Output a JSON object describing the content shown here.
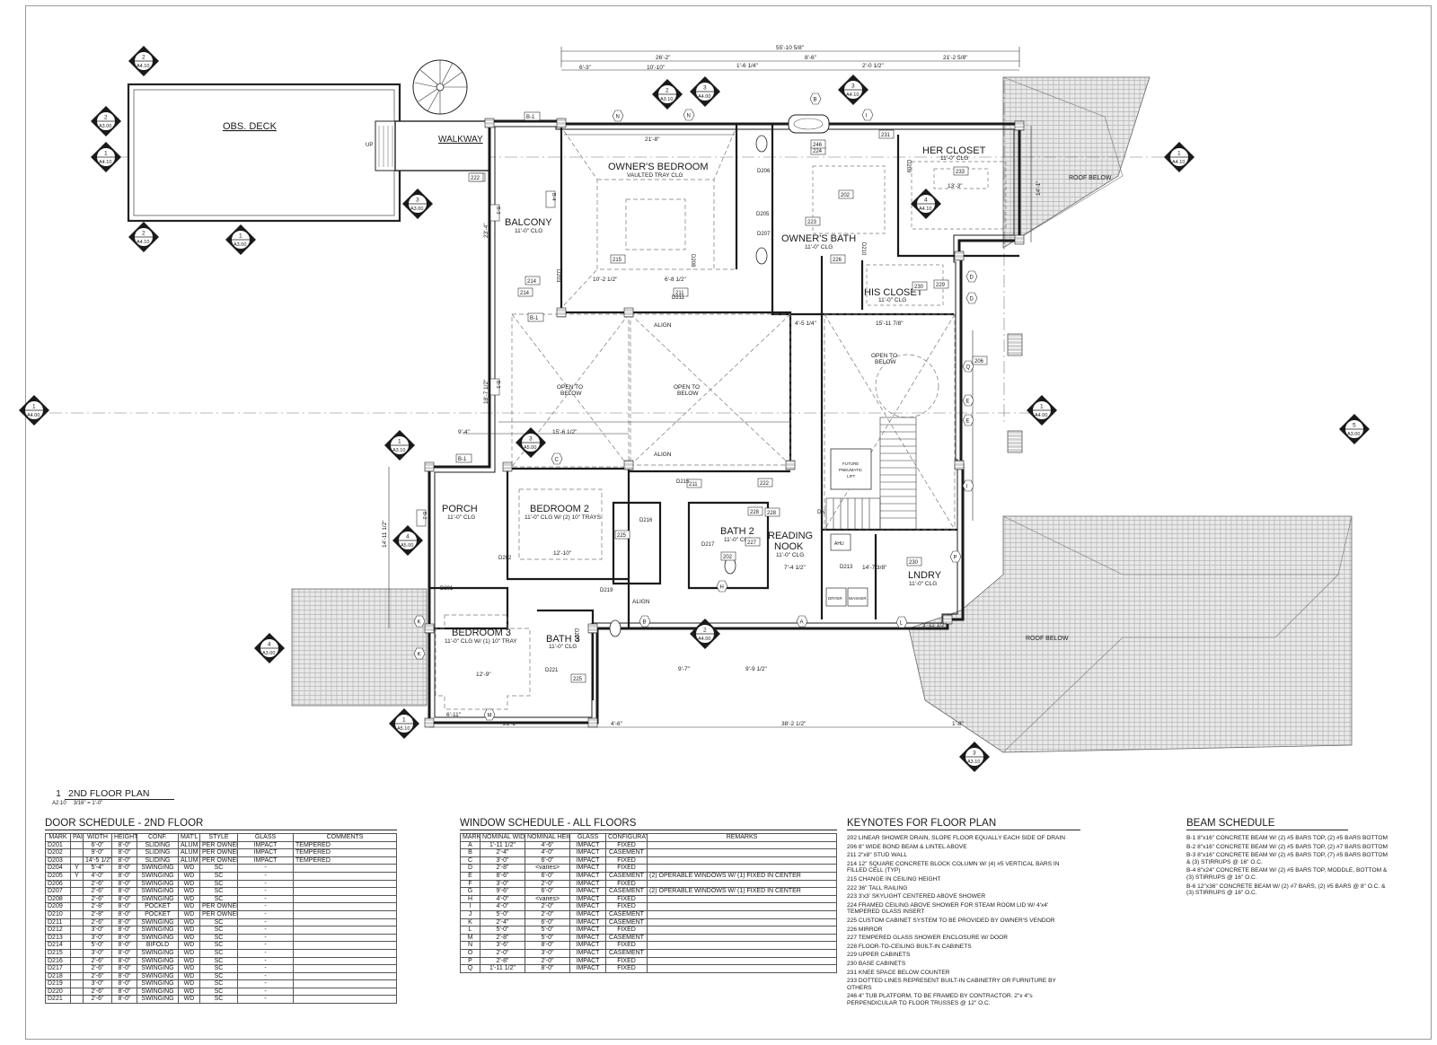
{
  "plan_title": {
    "number": "1",
    "name": "2ND FLOOR PLAN",
    "sheet_ref": "A2.10",
    "scale": "3/16\" = 1'-0\""
  },
  "rooms": {
    "obs_deck": {
      "name": "OBS. DECK"
    },
    "walkway": {
      "name": "WALKWAY"
    },
    "balcony": {
      "name": "BALCONY",
      "ceiling": "11'-0\" CLG"
    },
    "owners_bedroom": {
      "name": "OWNER'S BEDROOM",
      "ceiling": "VAULTED TRAY CLG"
    },
    "owners_bath": {
      "name": "OWNER'S BATH",
      "ceiling": "11'-0\" CLG"
    },
    "her_closet": {
      "name": "HER CLOSET",
      "ceiling": "11'-0\" CLG"
    },
    "his_closet": {
      "name": "HIS CLOSET",
      "ceiling": "11'-0\" CLG"
    },
    "porch": {
      "name": "PORCH",
      "ceiling": "11'-0\" CLG"
    },
    "bedroom2": {
      "name": "BEDROOM 2",
      "ceiling": "11'-0\" CLG W/ (2) 10\" TRAYS"
    },
    "bath2": {
      "name": "BATH 2",
      "ceiling": "11'-0\" CLG"
    },
    "reading_nook": {
      "name1": "READING",
      "name2": "NOOK",
      "ceiling": "11'-0\" CLG"
    },
    "lndry": {
      "name": "LNDRY",
      "ceiling": "11'-0\" CLG"
    },
    "bedroom3": {
      "name": "BEDROOM 3",
      "ceiling": "11'-0\" CLG W/ (1) 10\" TRAY"
    },
    "bath3": {
      "name": "BATH 3",
      "ceiling": "11'-0\" CLG"
    }
  },
  "plan_notes": {
    "roof_below": "ROOF BELOW",
    "open1": "OPEN TO",
    "open2": "BELOW",
    "align": "ALIGN",
    "up": "UP",
    "dn": "DN",
    "future1": "FUTURE",
    "future2": "PNEUMATIC",
    "future3": "LIFT",
    "dryer": "DRYER",
    "washer": "WASHER",
    "ahu": "AHU"
  },
  "dimensions": {
    "overall": "55'-10 5/8\"",
    "d1": "26'-2\"",
    "d2": "8'-6\"",
    "d3": "21'-2 5/8\"",
    "d4": "6'-3\"",
    "d5": "10'-10\"",
    "d6": "1'-6 1/4\"",
    "d7": "2'-0 1/2\"",
    "d8": "21'-8\"",
    "d9": "10'-2 1/2\"",
    "d10": "6'-8 1/2\"",
    "d11": "15'-11 7/8\"",
    "d12": "4'-5 1/4\"",
    "d13": "9'-4\"",
    "d14": "15'-6 1/2\"",
    "d15": "14'-11 1/2\"",
    "d16": "21'-2\"",
    "d17": "4'-6\"",
    "d18": "38'-2 1/2\"",
    "d19": "1'-8\"",
    "d20": "14'-1\"",
    "d21": "6'-11\"",
    "d22": "9'-7\"",
    "d23": "9'-9 1/2\"",
    "d24": "7'-4 1/2\"",
    "d25": "14'-7 3/8\"",
    "d26": "3'-11 1/2\"",
    "d27": "12'-9\"",
    "d28": "12'-10\"",
    "d29": "13'-3\"",
    "d30": "23'-4\"",
    "d31": "18'-7 1/2\""
  },
  "tags": [
    "202",
    "206",
    "211",
    "214",
    "215",
    "222",
    "223",
    "224",
    "225",
    "226",
    "227",
    "228",
    "229",
    "230",
    "231",
    "233",
    "246"
  ],
  "door_tags": [
    "D201",
    "D202",
    "D203",
    "D205",
    "D206",
    "D207",
    "D208",
    "D209",
    "D210",
    "D211",
    "D213",
    "D215",
    "D216",
    "D217",
    "D219",
    "D220",
    "D221"
  ],
  "window_tags": [
    "A",
    "B",
    "C",
    "D",
    "E",
    "H",
    "I",
    "J",
    "K",
    "L",
    "M",
    "N",
    "P",
    "Q"
  ],
  "beam_tags": [
    "B-1",
    "B-2",
    "B-3",
    "B-4"
  ],
  "section_markers": [
    {
      "num": "2",
      "sheet": "A4.10"
    },
    {
      "num": "2",
      "sheet": "A3.00"
    },
    {
      "num": "1",
      "sheet": "A4.10"
    },
    {
      "num": "3",
      "sheet": "A3.00"
    },
    {
      "num": "2",
      "sheet": "A4.10"
    },
    {
      "num": "1",
      "sheet": "A3.00"
    },
    {
      "num": "2",
      "sheet": "A3.10"
    },
    {
      "num": "3",
      "sheet": "A4.00"
    },
    {
      "num": "3",
      "sheet": "A4.10"
    },
    {
      "num": "1",
      "sheet": "A4.10"
    },
    {
      "num": "4",
      "sheet": "A4.10"
    },
    {
      "num": "1",
      "sheet": "A4.00"
    },
    {
      "num": "1",
      "sheet": "A4.00"
    },
    {
      "num": "5",
      "sheet": "A3.00"
    },
    {
      "num": "1",
      "sheet": "A3.10"
    },
    {
      "num": "3",
      "sheet": "A5.00"
    },
    {
      "num": "4",
      "sheet": "A5.00"
    },
    {
      "num": "4",
      "sheet": "A3.00"
    },
    {
      "num": "2",
      "sheet": "A4.00"
    },
    {
      "num": "1",
      "sheet": "A5.10"
    },
    {
      "num": "3",
      "sheet": "A3.10"
    }
  ],
  "door_schedule": {
    "title": "DOOR SCHEDULE - 2ND FLOOR",
    "headers": [
      "MARK",
      "PAIR",
      "WIDTH",
      "HEIGHT",
      "CONF.",
      "MAT'L",
      "STYLE",
      "GLASS",
      "COMMENTS"
    ],
    "rows": [
      [
        "D201",
        "",
        "6'-0\"",
        "8'-0\"",
        "SLIDING",
        "ALUM",
        "PER OWNER",
        "IMPACT",
        "TEMPERED"
      ],
      [
        "D202",
        "",
        "9'-0\"",
        "8'-0\"",
        "SLIDING",
        "ALUM",
        "PER OWNER",
        "IMPACT",
        "TEMPERED"
      ],
      [
        "D203",
        "",
        "14'-5 1/2\"",
        "8'-0\"",
        "SLIDING",
        "ALUM",
        "PER OWNER",
        "IMPACT",
        "TEMPERED"
      ],
      [
        "D204",
        "Y",
        "5'-4\"",
        "8'-0\"",
        "SWINGING",
        "WD",
        "SC",
        "-",
        ""
      ],
      [
        "D205",
        "Y",
        "4'-0\"",
        "8'-0\"",
        "SWINGING",
        "WD",
        "SC",
        "-",
        ""
      ],
      [
        "D206",
        "",
        "2'-6\"",
        "8'-0\"",
        "SWINGING",
        "WD",
        "SC",
        "-",
        ""
      ],
      [
        "D207",
        "",
        "2'-6\"",
        "8'-0\"",
        "SWINGING",
        "WD",
        "SC",
        "-",
        ""
      ],
      [
        "D208",
        "",
        "2'-6\"",
        "8'-0\"",
        "SWINGING",
        "WD",
        "SC",
        "-",
        ""
      ],
      [
        "D209",
        "",
        "2'-8\"",
        "8'-0\"",
        "POCKET",
        "WD",
        "PER OWNER",
        "-",
        ""
      ],
      [
        "D210",
        "",
        "2'-8\"",
        "8'-0\"",
        "POCKET",
        "WD",
        "PER OWNER",
        "-",
        ""
      ],
      [
        "D211",
        "",
        "2'-6\"",
        "8'-0\"",
        "SWINGING",
        "WD",
        "SC",
        "-",
        ""
      ],
      [
        "D212",
        "",
        "3'-0\"",
        "8'-0\"",
        "SWINGING",
        "WD",
        "SC",
        "-",
        ""
      ],
      [
        "D213",
        "",
        "3'-0\"",
        "8'-0\"",
        "SWINGING",
        "WD",
        "SC",
        "-",
        ""
      ],
      [
        "D214",
        "",
        "5'-0\"",
        "8'-0\"",
        "BIFOLD",
        "WD",
        "SC",
        "-",
        ""
      ],
      [
        "D215",
        "",
        "3'-0\"",
        "8'-0\"",
        "SWINGING",
        "WD",
        "SC",
        "-",
        ""
      ],
      [
        "D216",
        "",
        "2'-6\"",
        "8'-0\"",
        "SWINGING",
        "WD",
        "SC",
        "-",
        ""
      ],
      [
        "D217",
        "",
        "2'-6\"",
        "8'-0\"",
        "SWINGING",
        "WD",
        "SC",
        "-",
        ""
      ],
      [
        "D218",
        "",
        "2'-6\"",
        "8'-0\"",
        "SWINGING",
        "WD",
        "SC",
        "-",
        ""
      ],
      [
        "D219",
        "",
        "3'-0\"",
        "8'-0\"",
        "SWINGING",
        "WD",
        "SC",
        "-",
        ""
      ],
      [
        "D220",
        "",
        "2'-6\"",
        "8'-0\"",
        "SWINGING",
        "WD",
        "SC",
        "-",
        ""
      ],
      [
        "D221",
        "",
        "2'-6\"",
        "8'-0\"",
        "SWINGING",
        "WD",
        "SC",
        "-",
        ""
      ]
    ]
  },
  "window_schedule": {
    "title": "WINDOW SCHEDULE - ALL FLOORS",
    "headers": [
      "MARK",
      "NOMINAL WIDTH",
      "NOMINAL HEIGHT",
      "GLASS",
      "CONFIGURATI ON",
      "REMARKS"
    ],
    "rows": [
      [
        "A",
        "1'-11 1/2\"",
        "4'-6\"",
        "IMPACT",
        "FIXED",
        ""
      ],
      [
        "B",
        "2'-4\"",
        "4'-0\"",
        "IMPACT",
        "CASEMENT",
        ""
      ],
      [
        "C",
        "3'-0\"",
        "6'-0\"",
        "IMPACT",
        "FIXED",
        ""
      ],
      [
        "D",
        "2'-8\"",
        "<varies>",
        "IMPACT",
        "FIXED",
        ""
      ],
      [
        "E",
        "8'-6\"",
        "6'-0\"",
        "IMPACT",
        "CASEMENT",
        "(2) OPERABLE WINDOWS W/ (1) FIXED IN CENTER"
      ],
      [
        "F",
        "3'-0\"",
        "2'-0\"",
        "IMPACT",
        "FIXED",
        ""
      ],
      [
        "G",
        "9'-6\"",
        "6'-0\"",
        "IMPACT",
        "CASEMENT",
        "(2) OPERABLE WINDOWS W/ (1) FIXED IN CENTER"
      ],
      [
        "H",
        "4'-0\"",
        "<varies>",
        "IMPACT",
        "FIXED",
        ""
      ],
      [
        "I",
        "4'-0\"",
        "2'-0\"",
        "IMPACT",
        "FIXED",
        ""
      ],
      [
        "J",
        "5'-0\"",
        "2'-0\"",
        "IMPACT",
        "CASEMENT",
        ""
      ],
      [
        "K",
        "2'-4\"",
        "6'-0\"",
        "IMPACT",
        "CASEMENT",
        ""
      ],
      [
        "L",
        "5'-0\"",
        "5'-0\"",
        "IMPACT",
        "FIXED",
        ""
      ],
      [
        "M",
        "2'-8\"",
        "5'-0\"",
        "IMPACT",
        "CASEMENT",
        ""
      ],
      [
        "N",
        "3'-6\"",
        "8'-0\"",
        "IMPACT",
        "FIXED",
        ""
      ],
      [
        "O",
        "2'-0\"",
        "3'-0\"",
        "IMPACT",
        "CASEMENT",
        ""
      ],
      [
        "P",
        "2'-8\"",
        "2'-0\"",
        "IMPACT",
        "FIXED",
        ""
      ],
      [
        "Q",
        "1'-11 1/2\"",
        "8'-0\"",
        "IMPACT",
        "FIXED",
        ""
      ]
    ]
  },
  "keynotes": {
    "title": "KEYNOTES FOR FLOOR PLAN",
    "items": [
      "202 LINEAR SHOWER DRAIN, SLOPE FLOOR EQUALLY EACH SIDE OF DRAIN",
      "206 8\" WIDE BOND BEAM & LINTEL ABOVE",
      "211 2\"x8\" STUD WALL",
      "214 12\" SQUARE CONCRETE BLOCK COLUMN W/ (4) #5 VERTICAL BARS IN FILLED CELL (TYP)",
      "215 CHANGE IN CEILING HEIGHT",
      "222 36\" TALL RAILING",
      "223 3'x3' SKYLIGHT CENTERED ABOVE SHOWER",
      "224 FRAMED CEILING ABOVE SHOWER FOR STEAM ROOM LID W/ 4'x4' TEMPERED GLASS INSERT",
      "225 CUSTOM CABINET SYSTEM TO BE PROVIDED BY OWNER'S VENDOR",
      "226 MIRROR",
      "227 TEMPERED GLASS SHOWER ENCLOSURE W/ DOOR",
      "228 FLOOR-TO-CEILING BUILT-IN CABINETS",
      "229 UPPER CABINETS",
      "230 BASE CABINETS",
      "231 KNEE SPACE BELOW COUNTER",
      "233 DOTTED LINES REPRESENT BUILT-IN CABINETRY OR FURNITURE BY OTHERS",
      "246 4\" TUB PLATFORM, TO BE FRAMED BY CONTRACTOR. 2\"x 4\"s PERPENDICULAR TO FLOOR TRUSSES @ 12\" O.C."
    ]
  },
  "beam_schedule": {
    "title": "BEAM SCHEDULE",
    "items": [
      "B-1  8\"x16\" CONCRETE BEAM W/ (2) #5 BARS TOP, (2) #5 BARS BOTTOM",
      "B-2  8\"x16\" CONCRETE BEAM W/ (2) #5 BARS TOP, (2) #7 BARS BOTTOM",
      "B-3  8\"x16\" CONCRETE BEAM W/ (2) #5 BARS TOP, (7) #5 BARS BOTTOM & (3) STIRRUPS @ 16\" O.C.",
      "B-4  8\"x24\" CONCRETE BEAM W/ (2) #5 BARS TOP, MODDLE, BOTTOM & (3) STIRRUPS @ 16\" O.C.",
      "B-6  12\"x36\" CONCRETE BEAM W/ (2) #7 BARS, (2) #5 BARS @ 8\" O.C. & (3) STIRRUPS @ 16\" O.C."
    ]
  }
}
